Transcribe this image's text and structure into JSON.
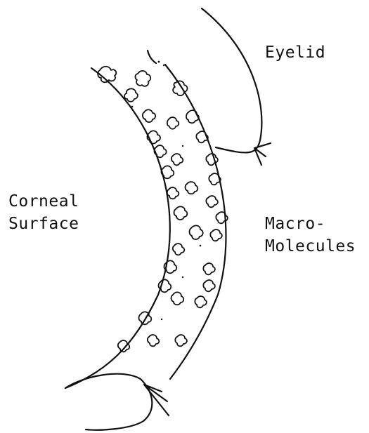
{
  "diagram": {
    "labels": {
      "eyelid": "Eyelid",
      "corneal_line1": "Corneal",
      "corneal_line2": "Surface",
      "macro_line1": "Macro-",
      "macro_line2": "Molecules"
    }
  }
}
